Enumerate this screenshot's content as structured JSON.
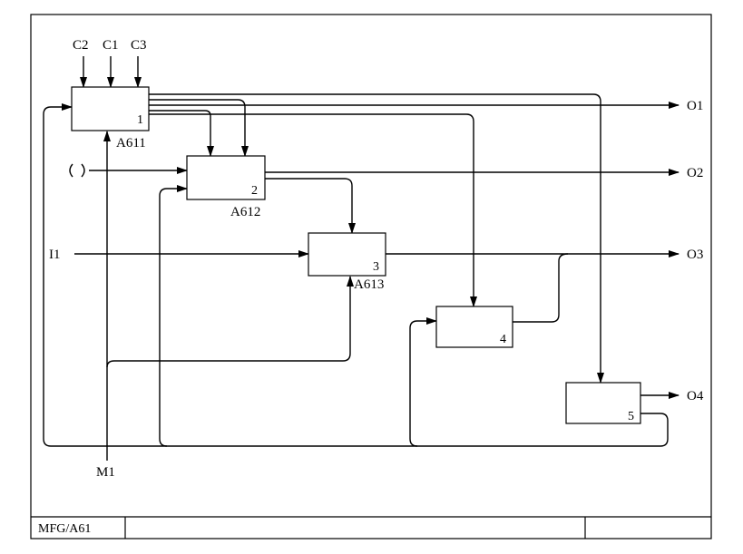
{
  "footer": {
    "node_label": "MFG/A61"
  },
  "controls": [
    "C2",
    "C1",
    "C3"
  ],
  "inputs": [
    "I1"
  ],
  "mechanisms": [
    "M1"
  ],
  "outputs": [
    "O1",
    "O2",
    "O3",
    "O4"
  ],
  "activities": [
    {
      "number": "1",
      "ref": "A611"
    },
    {
      "number": "2",
      "ref": "A612"
    },
    {
      "number": "3",
      "ref": "A613"
    },
    {
      "number": "4",
      "ref": ""
    },
    {
      "number": "5",
      "ref": ""
    }
  ],
  "tunnel_symbol": "( )"
}
